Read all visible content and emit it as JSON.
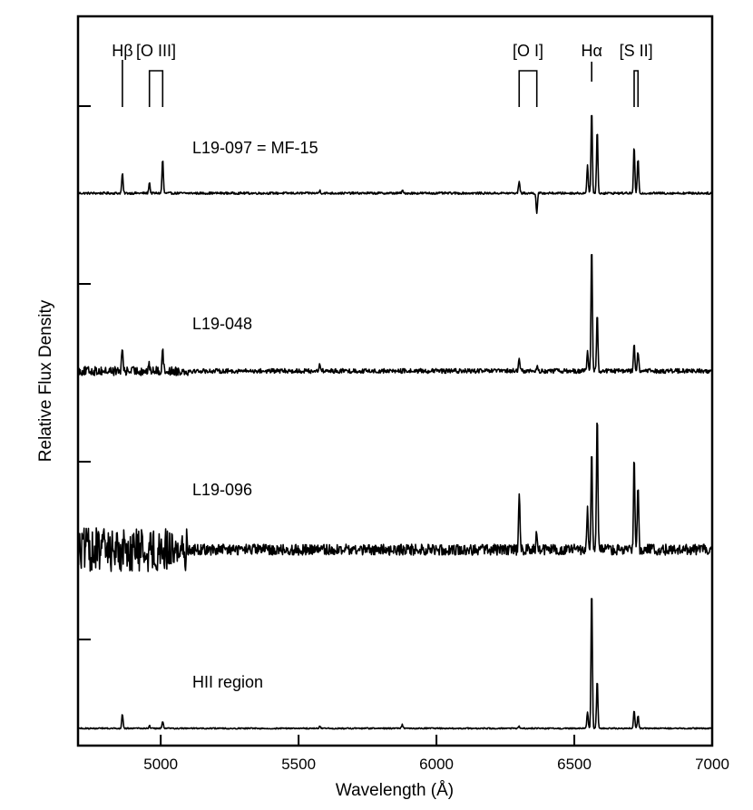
{
  "chart_data": {
    "type": "line",
    "xlabel": "Wavelength (Å)",
    "ylabel": "Relative Flux Density",
    "xlim": [
      4700,
      7000
    ],
    "x_ticks": [
      5000,
      5500,
      6000,
      6500,
      7000
    ],
    "x_tick_labels": [
      "5000",
      "5500",
      "6000",
      "6500",
      "7000"
    ],
    "grid": false,
    "line_ids": [
      {
        "label": "Hβ",
        "wavelengths": [
          4861
        ]
      },
      {
        "label": "[O III]",
        "wavelengths": [
          4959,
          5007
        ]
      },
      {
        "label": "[O I]",
        "wavelengths": [
          6300,
          6364
        ]
      },
      {
        "label": "Hα",
        "wavelengths": [
          6563
        ]
      },
      {
        "label": "[S II]",
        "wavelengths": [
          6717,
          6731
        ]
      }
    ],
    "series": [
      {
        "name": "L19-097 = MF-15",
        "baseline": 0,
        "noise": 0.012,
        "noise_blue": 0.012,
        "lines": [
          {
            "x": 4861,
            "h": 0.22
          },
          {
            "x": 4959,
            "h": 0.12
          },
          {
            "x": 5007,
            "h": 0.38
          },
          {
            "x": 5577,
            "h": 0.03
          },
          {
            "x": 5876,
            "h": 0.03
          },
          {
            "x": 6300,
            "h": 0.14
          },
          {
            "x": 6364,
            "h": -0.22
          },
          {
            "x": 6548,
            "h": 0.32
          },
          {
            "x": 6563,
            "h": 0.92
          },
          {
            "x": 6583,
            "h": 0.7
          },
          {
            "x": 6717,
            "h": 0.52
          },
          {
            "x": 6731,
            "h": 0.38
          }
        ]
      },
      {
        "name": "L19-048",
        "baseline": 0,
        "noise": 0.025,
        "noise_blue": 0.05,
        "lines": [
          {
            "x": 4861,
            "h": 0.26
          },
          {
            "x": 4959,
            "h": 0.06
          },
          {
            "x": 5007,
            "h": 0.26
          },
          {
            "x": 5577,
            "h": 0.09
          },
          {
            "x": 6300,
            "h": 0.13
          },
          {
            "x": 6364,
            "h": 0.05
          },
          {
            "x": 6548,
            "h": 0.22
          },
          {
            "x": 6563,
            "h": 1.4
          },
          {
            "x": 6583,
            "h": 0.64
          },
          {
            "x": 6717,
            "h": 0.32
          },
          {
            "x": 6731,
            "h": 0.2
          }
        ]
      },
      {
        "name": "L19-096",
        "baseline": 0,
        "noise": 0.06,
        "noise_blue": 0.24,
        "lines": [
          {
            "x": 6300,
            "h": 0.64
          },
          {
            "x": 6364,
            "h": 0.2
          },
          {
            "x": 6548,
            "h": 0.42
          },
          {
            "x": 6563,
            "h": 1.06
          },
          {
            "x": 6583,
            "h": 1.52
          },
          {
            "x": 6717,
            "h": 1.06
          },
          {
            "x": 6731,
            "h": 0.76
          }
        ]
      },
      {
        "name": "HII region",
        "baseline": 0,
        "noise": 0.007,
        "noise_blue": 0.007,
        "lines": [
          {
            "x": 4861,
            "h": 0.16
          },
          {
            "x": 4959,
            "h": 0.03
          },
          {
            "x": 5007,
            "h": 0.08
          },
          {
            "x": 5577,
            "h": 0.02
          },
          {
            "x": 5876,
            "h": 0.04
          },
          {
            "x": 6300,
            "h": 0.02
          },
          {
            "x": 6548,
            "h": 0.18
          },
          {
            "x": 6563,
            "h": 1.56
          },
          {
            "x": 6583,
            "h": 0.54
          },
          {
            "x": 6717,
            "h": 0.2
          },
          {
            "x": 6731,
            "h": 0.14
          }
        ]
      }
    ]
  }
}
